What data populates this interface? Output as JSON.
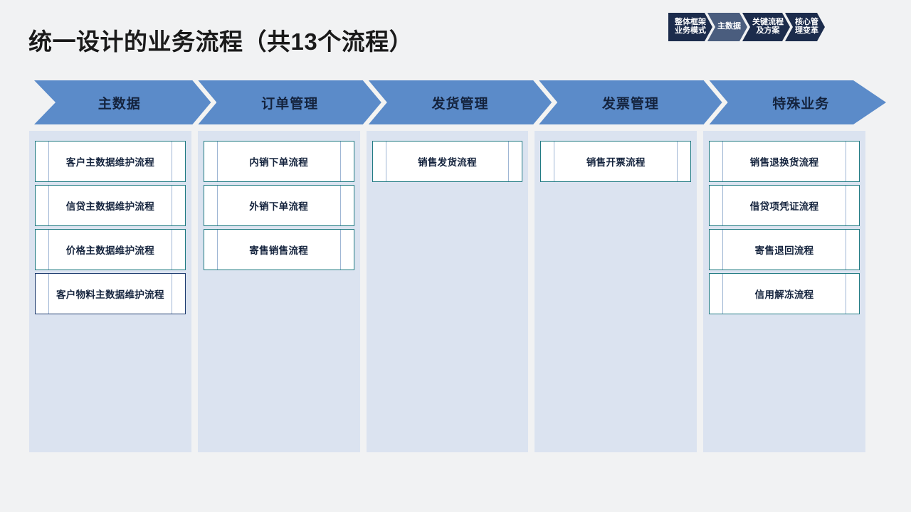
{
  "slide": {
    "title": "统一设计的业务流程（共13个流程）",
    "page_bg": "#f1f2f3"
  },
  "breadcrumb": {
    "items": [
      {
        "label": "整体框架\n业务模式",
        "active": false
      },
      {
        "label": "主数据",
        "active": true
      },
      {
        "label": "关键流程\n及方案",
        "active": false
      },
      {
        "label": "核心管\n理变革",
        "active": false
      }
    ],
    "colors": {
      "inactive": "#1c2c4c",
      "active": "#4a5d7e",
      "text": "#ffffff"
    }
  },
  "process_band": {
    "accent": "#5b8bc9",
    "text_color": "#14233d",
    "phases": [
      {
        "label": "主数据"
      },
      {
        "label": "订单管理"
      },
      {
        "label": "发货管理"
      },
      {
        "label": "发票管理"
      },
      {
        "label": "特殊业务"
      }
    ]
  },
  "columns": [
    {
      "phase": "主数据",
      "bg": "#dbe3f0",
      "boxes": [
        {
          "label": "客户主数据维护流程",
          "border": "teal"
        },
        {
          "label": "信贷主数据维护流程",
          "border": "teal"
        },
        {
          "label": "价格主数据维护流程",
          "border": "teal"
        },
        {
          "label": "客户物料主数据维护流程",
          "border": "navy"
        }
      ]
    },
    {
      "phase": "订单管理",
      "bg": "#dbe3f0",
      "boxes": [
        {
          "label": "内销下单流程",
          "border": "teal"
        },
        {
          "label": "外销下单流程",
          "border": "teal"
        },
        {
          "label": "寄售销售流程",
          "border": "teal"
        }
      ]
    },
    {
      "phase": "发货管理",
      "bg": "#dbe3f0",
      "boxes": [
        {
          "label": "销售发货流程",
          "border": "teal"
        }
      ]
    },
    {
      "phase": "发票管理",
      "bg": "#dbe3f0",
      "boxes": [
        {
          "label": "销售开票流程",
          "border": "teal"
        }
      ]
    },
    {
      "phase": "特殊业务",
      "bg": "#dbe3f0",
      "boxes": [
        {
          "label": "销售退换货流程",
          "border": "teal"
        },
        {
          "label": "借贷项凭证流程",
          "border": "teal"
        },
        {
          "label": "寄售退回流程",
          "border": "teal"
        },
        {
          "label": "信用解冻流程",
          "border": "teal"
        }
      ]
    }
  ],
  "summary": {
    "total_processes": 13
  }
}
